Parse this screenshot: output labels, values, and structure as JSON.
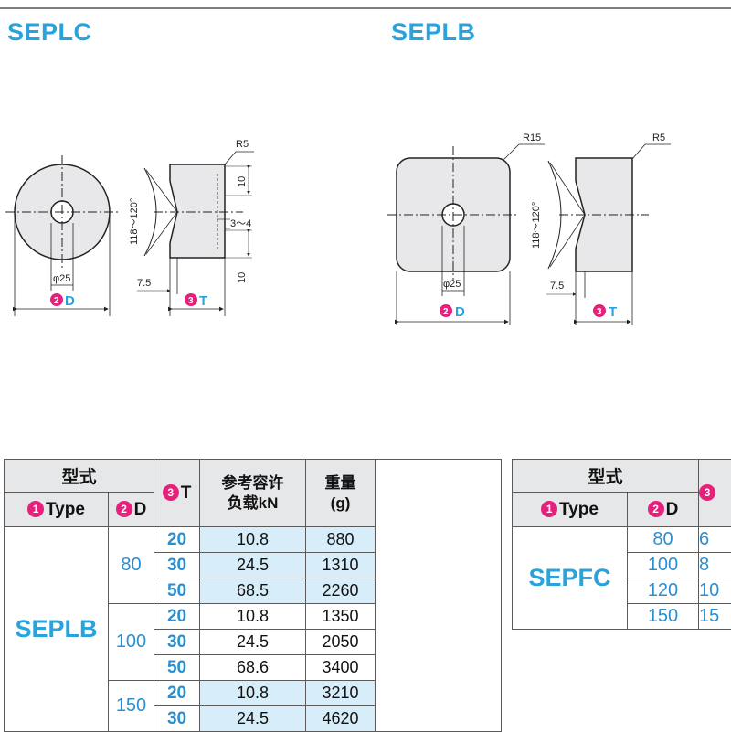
{
  "titles": {
    "left": "SEPLC",
    "right": "SEPLB"
  },
  "drawing": {
    "r5": "R5",
    "r15": "R15",
    "angle": "118～120°",
    "dim_10": "10",
    "dim_3_4": "3～4",
    "dim_7_5": "7.5",
    "dim_phi25": "φ25",
    "label_D": "D",
    "label_T": "T",
    "badge_2": "2",
    "badge_3": "3"
  },
  "table1": {
    "header": {
      "model": "型式",
      "type_num": "1",
      "type": "Type",
      "d_num": "2",
      "d": "D",
      "t_num": "3",
      "t": "T",
      "load_line1": "参考容许",
      "load_line2": "负载kN",
      "weight_line1": "重量",
      "weight_line2": "(g)"
    },
    "type": "SEPLB",
    "groups": [
      {
        "d": "80",
        "rows": [
          {
            "t": "20",
            "load": "10.8",
            "weight": "880"
          },
          {
            "t": "30",
            "load": "24.5",
            "weight": "1310"
          },
          {
            "t": "50",
            "load": "68.5",
            "weight": "2260"
          }
        ]
      },
      {
        "d": "100",
        "rows": [
          {
            "t": "20",
            "load": "10.8",
            "weight": "1350"
          },
          {
            "t": "30",
            "load": "24.5",
            "weight": "2050"
          },
          {
            "t": "50",
            "load": "68.6",
            "weight": "3400"
          }
        ]
      },
      {
        "d": "150",
        "rows": [
          {
            "t": "20",
            "load": "10.8",
            "weight": "3210"
          },
          {
            "t": "30",
            "load": "24.5",
            "weight": "4620"
          }
        ]
      }
    ]
  },
  "table2": {
    "header": {
      "model": "型式",
      "type_num": "1",
      "type": "Type",
      "d_num": "2",
      "d": "D",
      "t_num": "3"
    },
    "type": "SEPFC",
    "rows": [
      {
        "d": "80",
        "next": "6"
      },
      {
        "d": "100",
        "next": "8"
      },
      {
        "d": "120",
        "next": "10"
      },
      {
        "d": "150",
        "next": "15"
      }
    ]
  },
  "colors": {
    "accent": "#2aa3dc",
    "badge": "#e6217c",
    "header_bg": "#e6e7e8",
    "cell_blue": "#d7eefa",
    "part_fill": "#e8e8ea"
  }
}
